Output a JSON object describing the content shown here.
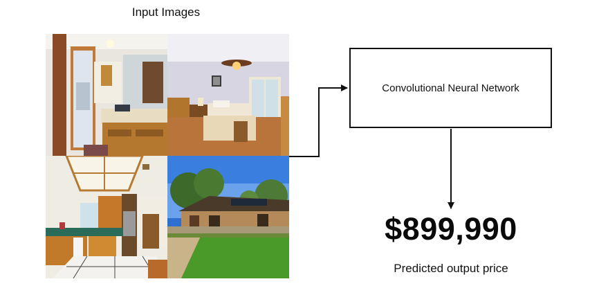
{
  "input_title": "Input Images",
  "images": [
    {
      "scene": "bathroom"
    },
    {
      "scene": "bedroom"
    },
    {
      "scene": "kitchen"
    },
    {
      "scene": "house-exterior"
    }
  ],
  "model_label": "Convolutional Neural Network",
  "prediction": {
    "value": "$899,990",
    "label": "Predicted output price"
  }
}
